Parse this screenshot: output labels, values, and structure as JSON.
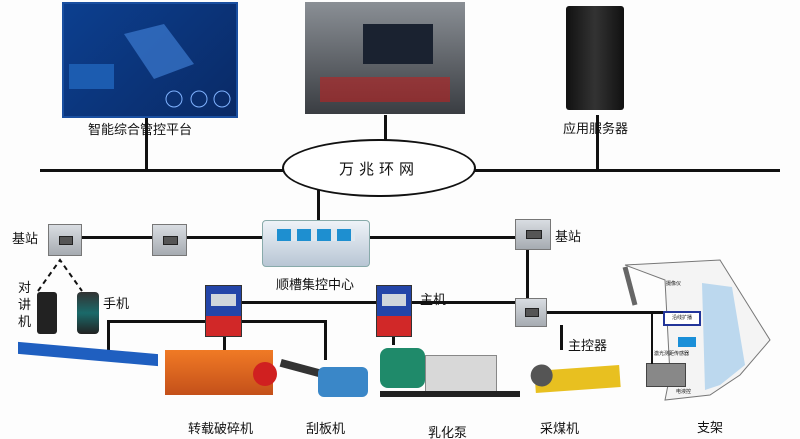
{
  "top": {
    "platform_label": "智能综合管控平台",
    "server_label": "应用服务器"
  },
  "network": {
    "ring_label": "万兆环网"
  },
  "middle": {
    "base_station_left": "基站",
    "base_station_right": "基站",
    "control_center": "顺槽集控中心",
    "walkie_talkie": "对讲机",
    "phone": "手机",
    "host": "主机",
    "main_controller": "主控器"
  },
  "equipment": {
    "crusher": "转载破碎机",
    "scraper": "刮板机",
    "pump": "乳化泵",
    "shearer": "采煤机",
    "support": "支架"
  },
  "support_parts": {
    "camera": "摄像仪",
    "broadcast": "沿线扩播",
    "laser_sensor": "激光测距传感器",
    "ehc": "电液控"
  },
  "colors": {
    "line": "#111111",
    "device_blue": "#2345a8",
    "device_red": "#d12828",
    "screen_blue": "#0c3f8f"
  }
}
